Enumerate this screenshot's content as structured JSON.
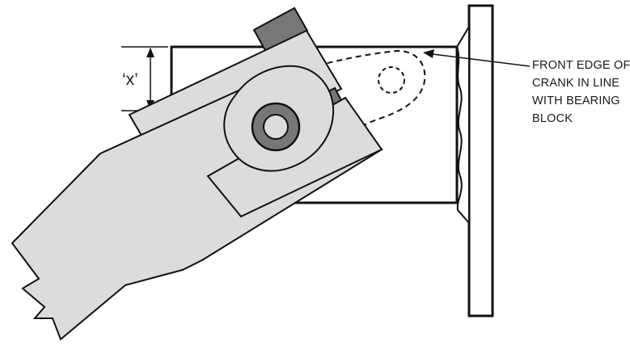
{
  "dimension": {
    "label": "‘x’"
  },
  "callout": {
    "lines": [
      "FRONT EDGE OF",
      "CRANK IN LINE",
      "WITH BEARING",
      "BLOCK"
    ]
  },
  "colors": {
    "line": "#111111",
    "part_fill": "#dcdcdc",
    "bolt_fill": "#777777",
    "background": "#ffffff"
  }
}
